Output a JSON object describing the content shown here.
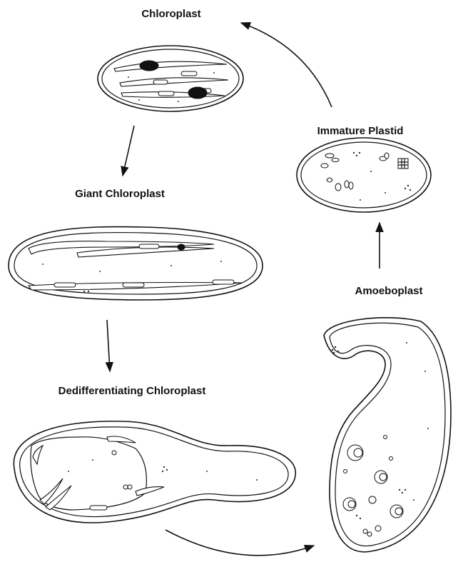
{
  "labels": {
    "chloroplast": "Chloroplast",
    "immature_plastid": "Immature Plastid",
    "giant_chloroplast": "Giant Chloroplast",
    "amoeboplast": "Amoeboplast",
    "dedifferentiating_chloroplast": "Dedifferentiating Chloroplast"
  },
  "colors": {
    "ink": "#111111",
    "background": "#ffffff"
  }
}
